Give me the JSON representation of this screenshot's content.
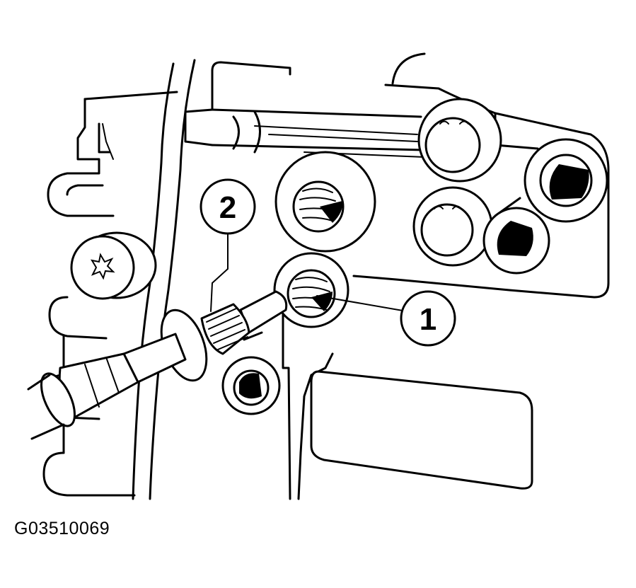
{
  "figure": {
    "callouts": [
      {
        "number": "1"
      },
      {
        "number": "2"
      }
    ],
    "figure_id": "G03510069",
    "icons": [
      "valve-body-casting",
      "star-head-bolt-icon",
      "fluid-passage-port",
      "threaded-fitting-tool"
    ]
  }
}
